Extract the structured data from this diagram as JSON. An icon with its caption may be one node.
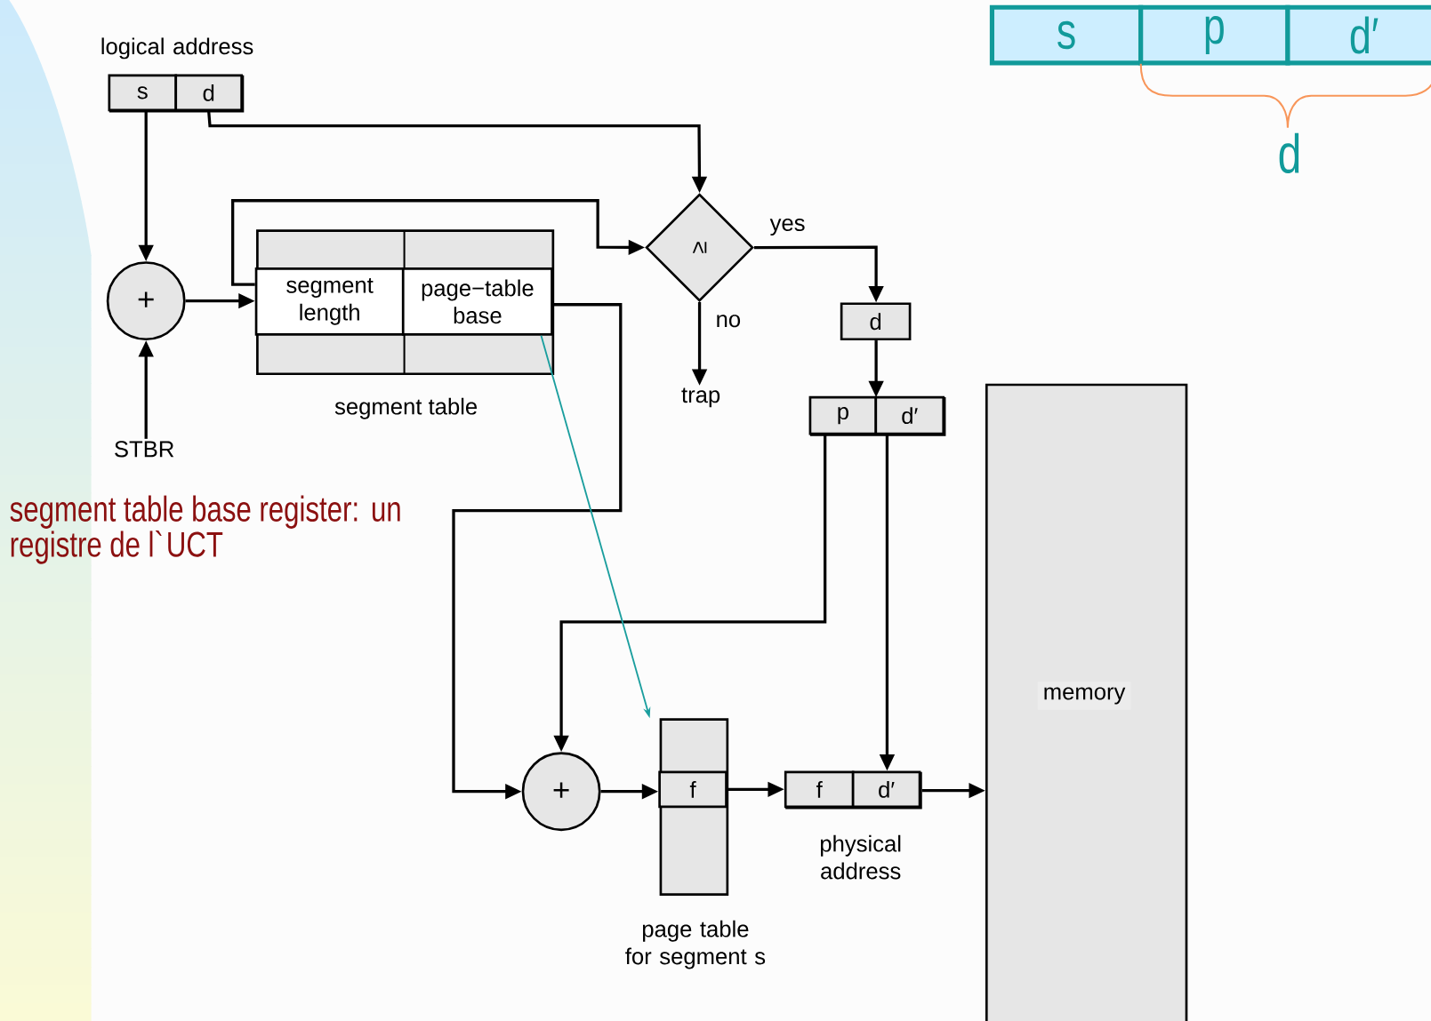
{
  "diagram": {
    "nodes": [
      {
        "text": [
          "logical address"
        ]
      },
      {
        "text": [
          "s"
        ],
        "in": 0
      },
      {
        "text": [
          "d"
        ],
        "in": 0
      },
      {
        "text": [
          "+"
        ]
      },
      {
        "text": [
          "STBR"
        ]
      },
      {
        "text": [
          "segment table"
        ]
      },
      {
        "text": [
          "segment length"
        ],
        "in": 5
      },
      {
        "text": [
          "page−table base"
        ],
        "in": 5
      },
      {
        "text": [
          "≥"
        ]
      },
      {
        "text": [
          "trap"
        ]
      },
      {
        "text": [
          "d"
        ]
      },
      {
        "text": [],
        "shape": "box"
      },
      {
        "text": [
          "p"
        ],
        "in": 11
      },
      {
        "text": [
          "d′"
        ],
        "in": 11
      },
      {
        "text": [
          "+"
        ]
      },
      {
        "text": [
          "page table for segment s"
        ]
      },
      {
        "text": [
          "f"
        ],
        "in": 15
      },
      {
        "text": [
          "physical address"
        ]
      },
      {
        "text": [
          "f"
        ],
        "in": 17
      },
      {
        "text": [
          "d′"
        ],
        "in": 17
      },
      {
        "text": [
          "memory"
        ]
      },
      {
        "text": [
          "s"
        ]
      },
      {
        "text": [
          "p"
        ]
      },
      {
        "text": [
          "d′"
        ]
      }
    ],
    "edges": [
      {
        "from": 1,
        "to": 3,
        "arrow": "to"
      },
      {
        "from": 2,
        "to": 8,
        "arrow": "to"
      },
      {
        "from": 4,
        "to": 3,
        "arrow": "to"
      },
      {
        "from": 3,
        "to": 6,
        "arrow": "to"
      },
      {
        "from": 6,
        "to": 8,
        "arrow": "to"
      },
      {
        "from": 8,
        "to": 10,
        "label": "yes",
        "arrow": "to"
      },
      {
        "from": 8,
        "to": 9,
        "label": "no",
        "arrow": "to"
      },
      {
        "from": 10,
        "to": 11,
        "arrow": "to"
      },
      {
        "from": 7,
        "to": 14,
        "arrow": "to"
      },
      {
        "from": 12,
        "to": 14,
        "arrow": "to"
      },
      {
        "from": 13,
        "to": 19,
        "arrow": "to"
      },
      {
        "from": 14,
        "to": 16,
        "arrow": "to"
      },
      {
        "from": 16,
        "to": 18,
        "arrow": "to"
      },
      {
        "from": 17,
        "to": 20,
        "arrow": "to"
      },
      {
        "from": 7,
        "to": 15,
        "arrow": "to",
        "color": "#1a9e9e"
      }
    ],
    "labels": [
      "d",
      "segment table base register: un registre de l`UCT"
    ]
  }
}
